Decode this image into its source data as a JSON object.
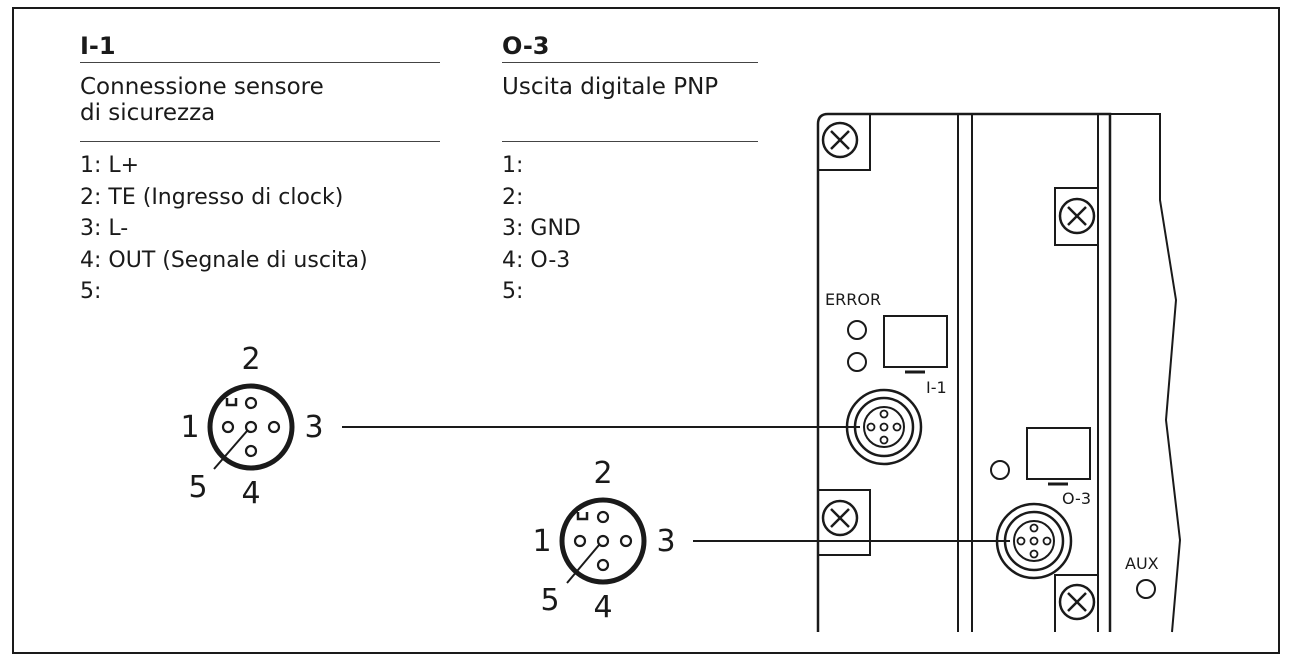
{
  "left": {
    "title": "I-1",
    "description": [
      "Connessione sensore",
      "di sicurezza"
    ],
    "pins": [
      "1: L+",
      "2: TE (Ingresso di clock)",
      "3: L-",
      "4: OUT (Segnale di uscita)",
      "5:"
    ]
  },
  "right": {
    "title": "O-3",
    "description": [
      "Uscita digitale PNP"
    ],
    "pins": [
      "1:",
      "2:",
      "3: GND",
      "4: O-3",
      "5:"
    ]
  },
  "connector_i1": {
    "p1": "1",
    "p2": "2",
    "p3": "3",
    "p4": "4",
    "p5": "5"
  },
  "connector_o3": {
    "p1": "1",
    "p2": "2",
    "p3": "3",
    "p4": "4",
    "p5": "5"
  },
  "device": {
    "error_label": "ERROR",
    "i1_label": "I-1",
    "o3_label": "O-3",
    "aux_label": "AUX"
  }
}
